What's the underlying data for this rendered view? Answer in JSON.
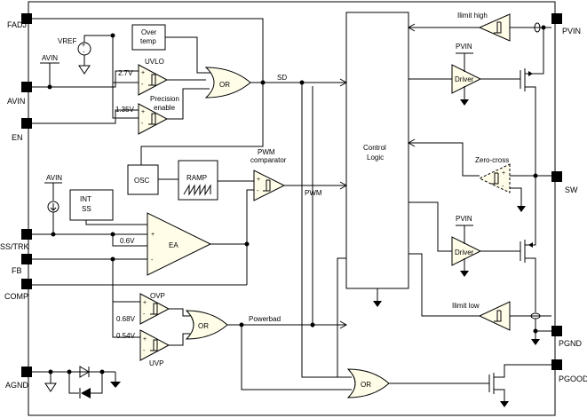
{
  "pins": {
    "fadj": "FADJ",
    "avin": "AVIN",
    "en": "EN",
    "sstrk": "SS/TRK",
    "fb": "FB",
    "comp": "COMP",
    "agnd": "AGND",
    "pvin": "PVIN",
    "sw": "SW",
    "pgnd": "PGND",
    "pgood": "PGOOD"
  },
  "labels": {
    "vref": "VREF",
    "avin_top": "AVIN",
    "avin_ss": "AVIN",
    "over_temp_1": "Over",
    "over_temp_2": "temp",
    "uvlo": "UVLO",
    "v27": "2.7V",
    "v135": "1.35V",
    "precision_1": "Precision",
    "precision_2": "enable",
    "or_top": "OR",
    "sd": "SD",
    "osc": "OSC",
    "ramp": "RAMP",
    "pwm_comp_1": "PWM",
    "pwm_comp_2": "comparator",
    "pwm": "PWM",
    "int_ss_1": "INT",
    "int_ss_2": "SS",
    "ea": "EA",
    "v06": "0.6V",
    "ovp": "OVP",
    "uvp": "UVP",
    "v068": "0.68V",
    "v054": "0.54V",
    "or_mid": "OR",
    "powerbad": "Powerbad",
    "or_bot": "OR",
    "control_1": "Control",
    "control_2": "Logic",
    "ilimit_high": "Ilimit high",
    "ilimit_low": "Ilimit low",
    "driver_top": "Driver",
    "driver_bot": "Driver",
    "pvin_top": "PVIN",
    "pvin_bot": "PVIN",
    "zero_cross": "Zero-cross",
    "plus": "+",
    "minus": "-"
  },
  "colors": {
    "amp_fill": "#fffde8",
    "line": "#000000"
  }
}
